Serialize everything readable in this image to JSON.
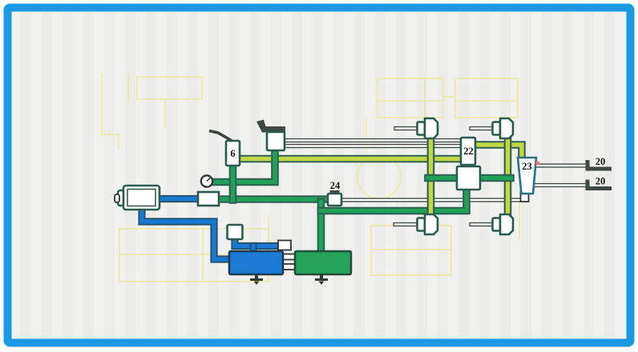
{
  "diagram": {
    "kind": "truck air brake system schematic",
    "labels": {
      "parking_brake_valve": "6",
      "brake_valve_22": "22",
      "trailer_distributor_23": "23",
      "valve_24": "24",
      "coupling_top": "20",
      "coupling_bottom": "20"
    }
  },
  "colors": {
    "frame_blue": "#1b99e3",
    "canvas_bg": "#f1f1ef",
    "pipe_blue": "#1779d2",
    "blue_outline": "#27506b",
    "pipe_green": "#21a05a",
    "pipe_lime": "#c3d644",
    "pipe_outline": "#2e5f52",
    "thin_line": "#3f4a43",
    "component_outline": "#2a5a50",
    "ghost_yellow": "#efe79a",
    "label_color": "#141414",
    "red_mark": "#e87b74",
    "tank_blue": "#1a7ad4",
    "tank_green": "#25a35a"
  }
}
